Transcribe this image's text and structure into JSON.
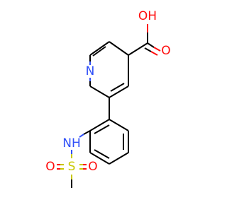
{
  "colors": {
    "carbon": "#000000",
    "oxygen": "#ff0d0d",
    "nitrogen": "#3050f8",
    "sulfur": "#c8c800",
    "background": "#ffffff"
  },
  "atoms": {
    "carboxyl_oh": "OH",
    "carboxyl_o": "O",
    "pyridine_n": "N",
    "amine_nh": "NH",
    "sulfonyl_s": "S",
    "sulfonyl_o_left": "O",
    "sulfonyl_o_right": "O"
  }
}
